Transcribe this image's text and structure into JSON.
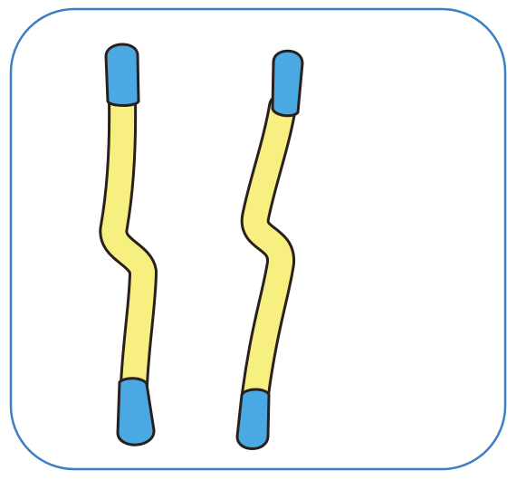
{
  "colors": {
    "background": "#ffffff",
    "frame_border": "#3b7fc4",
    "stick_body": "#f7ef80",
    "stick_tip": "#4aa8e2",
    "outline": "#2a1f1f"
  },
  "items": [
    {
      "name": "swab-left",
      "shape": "cotton-swab",
      "count": 1
    },
    {
      "name": "swab-right",
      "shape": "cotton-swab",
      "count": 1
    }
  ]
}
